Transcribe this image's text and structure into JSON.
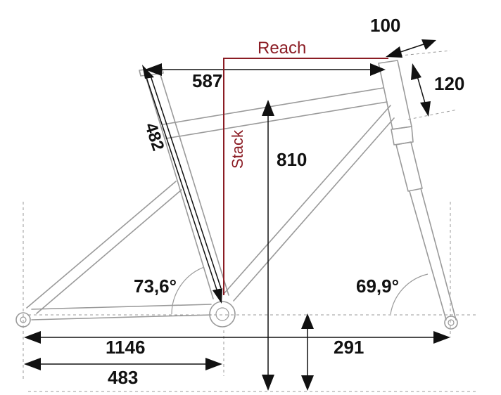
{
  "colors": {
    "frame": "#9a9a9a",
    "dimension": "#111111",
    "accent": "#8b1c24"
  },
  "labels": {
    "reach": "Reach",
    "stack": "Stack",
    "reach_value": "587",
    "stack_value": "810",
    "stem_length": "100",
    "head_tube": "120",
    "seat_tube": "482",
    "seat_angle": "73,6°",
    "head_angle": "69,9°",
    "wheelbase": "1146",
    "chainstay": "483",
    "bb_drop": "291"
  }
}
